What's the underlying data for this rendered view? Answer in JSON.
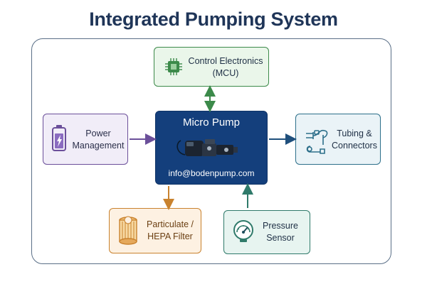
{
  "title": "Integrated Pumping System",
  "nodes": {
    "control": {
      "line1": "Control Electronics",
      "line2": "(MCU)",
      "icon": "chip-icon",
      "color": "#3c8a4a",
      "fill": "#eaf6ea"
    },
    "power": {
      "line1": "Power",
      "line2": "Management",
      "icon": "battery-icon",
      "color": "#6b4f9a",
      "fill": "#f1edf8"
    },
    "pump": {
      "title": "Micro Pump",
      "email": "info@bodenpump.com",
      "icon": "pump-icon",
      "color": "#143f7c"
    },
    "tubing": {
      "line1": "Tubing &",
      "line2": "Connectors",
      "icon": "tubing-icon",
      "color": "#2c6f8a",
      "fill": "#eaf3f7"
    },
    "filter": {
      "line1": "Particulate /",
      "line2": "HEPA Filter",
      "icon": "filter-icon",
      "color": "#c9822e",
      "fill": "#fdf1e2"
    },
    "sensor": {
      "line1": "Pressure",
      "line2": "Sensor",
      "icon": "gauge-icon",
      "color": "#2f7a6a",
      "fill": "#e7f4f0"
    }
  }
}
